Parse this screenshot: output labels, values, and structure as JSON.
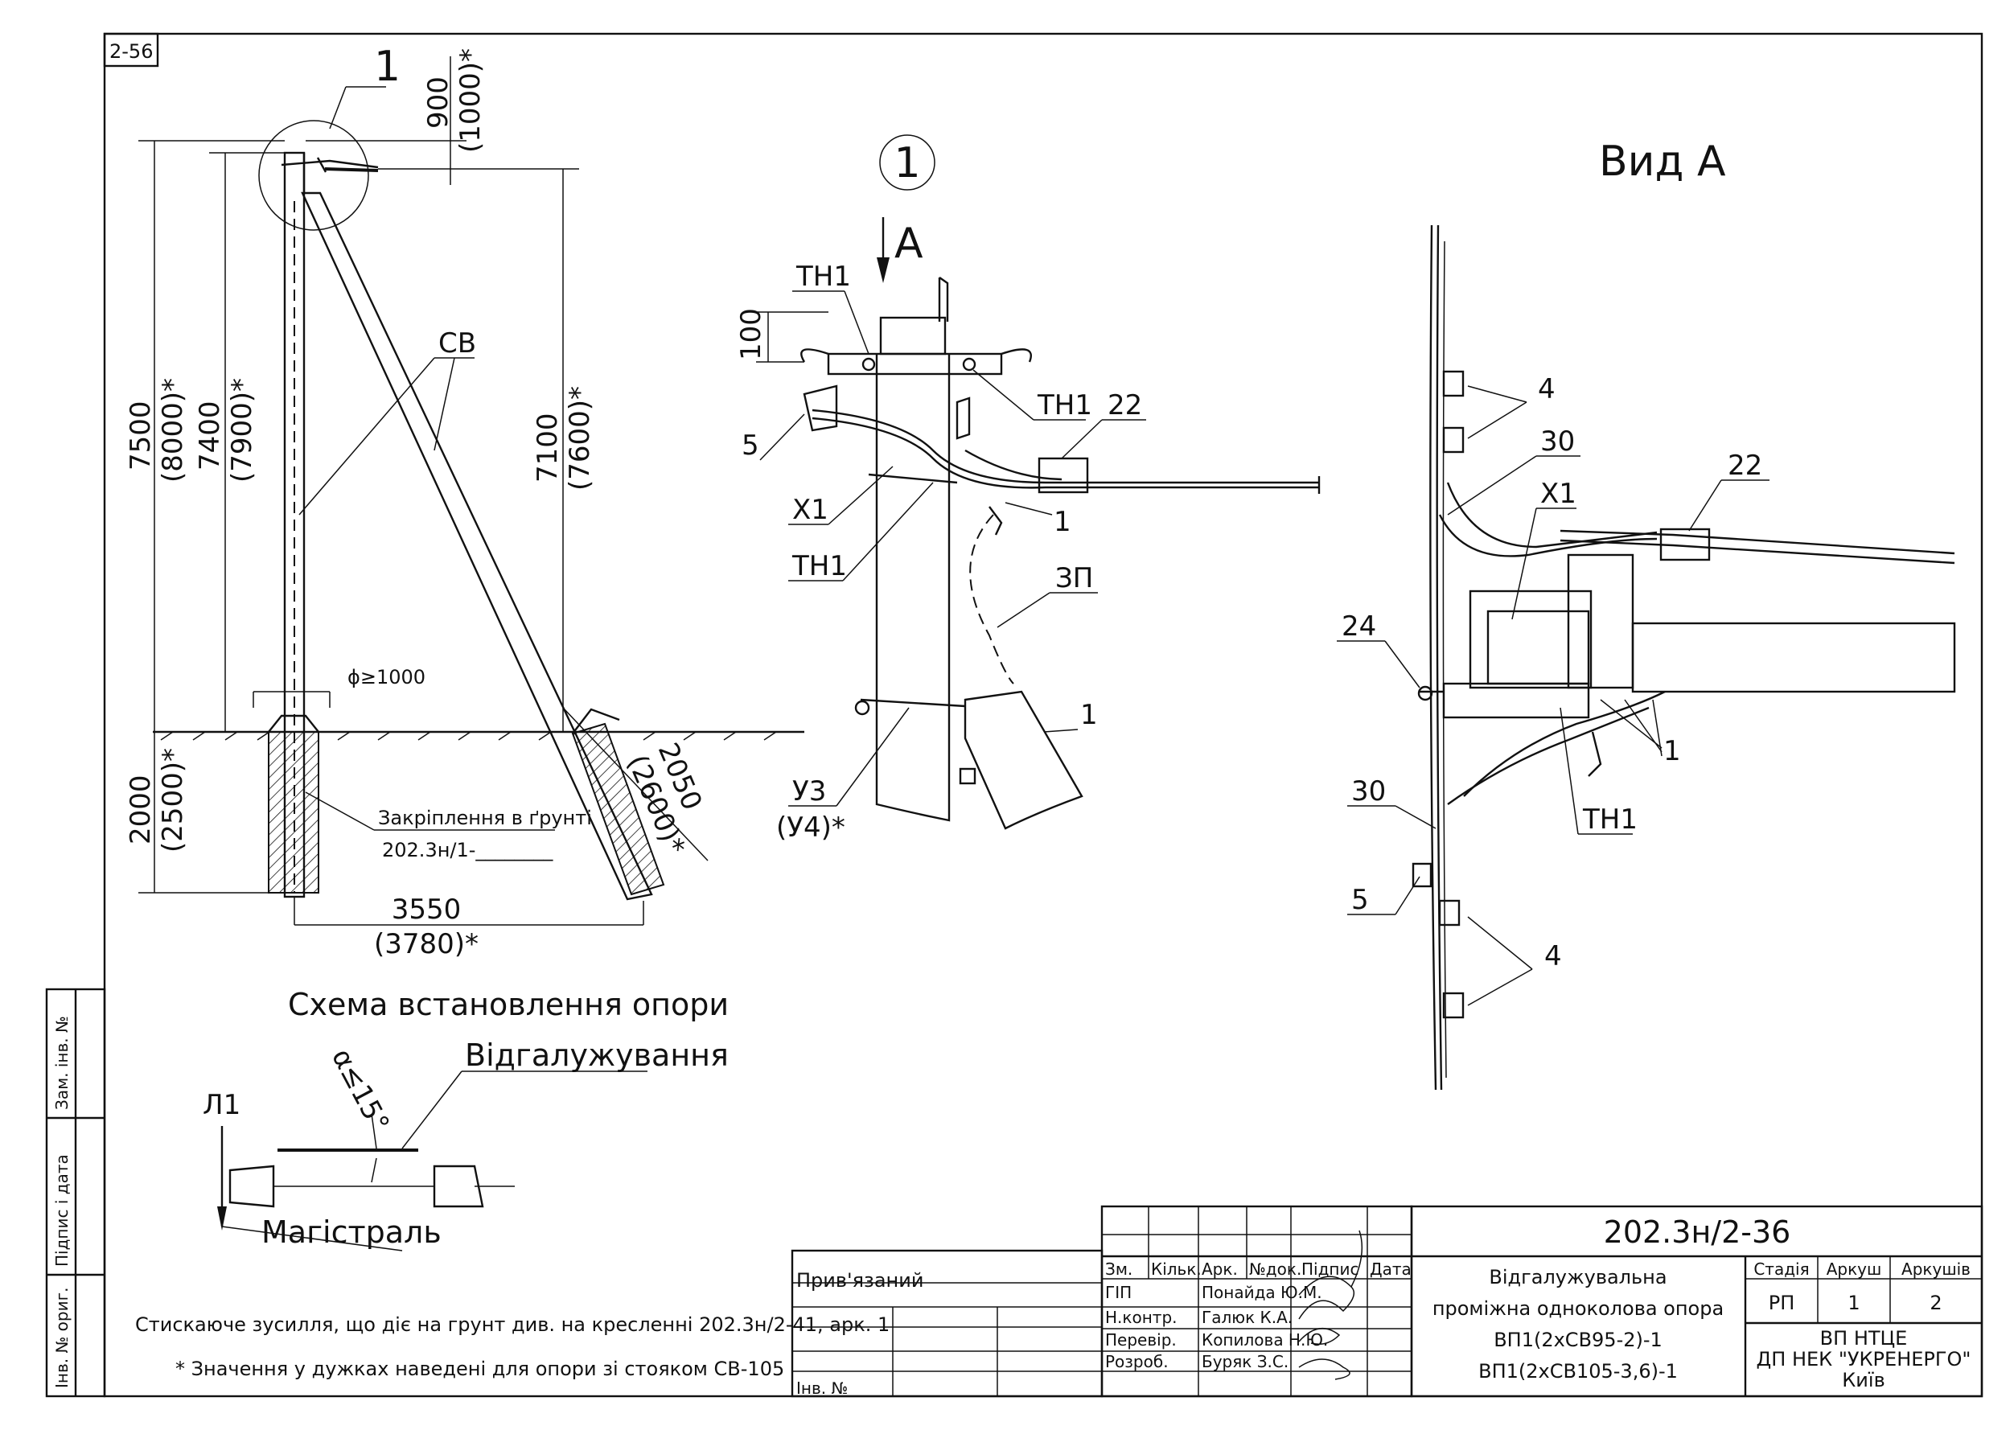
{
  "sheet_code": "2-56",
  "drawing_number": "202.3н/2-36",
  "views": {
    "left": {
      "callout": "1",
      "dims": {
        "top_gap": "900",
        "top_gap_alt": "(1000)*",
        "height_a": "7500",
        "height_a_alt": "(8000)*",
        "height_b": "7400",
        "height_b_alt": "(7900)*",
        "height_c": "7100",
        "height_c_alt": "(7600)*",
        "depth": "2000",
        "depth_alt": "(2500)*",
        "strut": "2050",
        "strut_alt": "(2600)*",
        "base": "3550",
        "base_alt": "(3780)*",
        "pit": "ϕ≥1000"
      },
      "label_sv": "СВ",
      "anchor_note": "Закріплення в ґрунті",
      "anchor_ref": "202.3н/1-________",
      "caption": "Схема встановлення опори"
    },
    "detail": {
      "callout": "1",
      "arrow": "А",
      "labels": {
        "th1_top": "ТН1",
        "dim_100": "100",
        "th1_right": "ТН1",
        "n22": "22",
        "n5": "5",
        "x1": "Х1",
        "n1a": "1",
        "th1_low": "ТН1",
        "zp": "ЗП",
        "n1b": "1",
        "u3": "У3",
        "u4": "(У4)*"
      }
    },
    "view_a": {
      "title": "Вид А",
      "labels": {
        "n4_top": "4",
        "n30_top": "30",
        "x1": "Х1",
        "n22": "22",
        "n24": "24",
        "n1": "1",
        "n30_low": "30",
        "th1": "ТН1",
        "n5": "5",
        "n4_low": "4"
      }
    }
  },
  "branch_scheme": {
    "l1": "Л1",
    "angle": "α≤15°",
    "branch": "Відгалужування",
    "main": "Магістраль"
  },
  "notes": {
    "note1": "Стискаюче зусилля, що діє на грунт див. на кресленні 202.3н/2-41, арк. 1",
    "note2": "* Значення у дужках наведені для опори зі стояком СВ-105"
  },
  "side_stamp": {
    "inv_zam": "Зам. інв. №",
    "sign_date": "Підпис і дата",
    "inv_orig": "Інв. № ориг."
  },
  "title_block": {
    "attached": "Прив'язаний",
    "inv_no": "Інв. №",
    "headers": [
      "Зм.",
      "Кільк.",
      "Арк.",
      "№док.",
      "Підпис",
      "Дата"
    ],
    "roles": [
      {
        "role": "ГІП",
        "name": "Понайда Ю.М."
      },
      {
        "role": "Н.контр.",
        "name": "Галюк К.А."
      },
      {
        "role": "Перевір.",
        "name": "Копилова Н.Ю."
      },
      {
        "role": "Розроб.",
        "name": "Буряк З.С."
      }
    ],
    "title_lines": [
      "Відгалужувальна",
      "проміжна одноколова опора",
      "ВП1(2хСВ95-2)-1",
      "ВП1(2хСВ105-3,6)-1"
    ],
    "stage_h": "Стадія",
    "sheet_h": "Аркуш",
    "sheets_h": "Аркушів",
    "stage": "РП",
    "sheet": "1",
    "sheets": "2",
    "org_lines": [
      "ВП НТЦЕ",
      "ДП НЕК \"УКРЕНЕРГО\"",
      "Київ"
    ]
  }
}
